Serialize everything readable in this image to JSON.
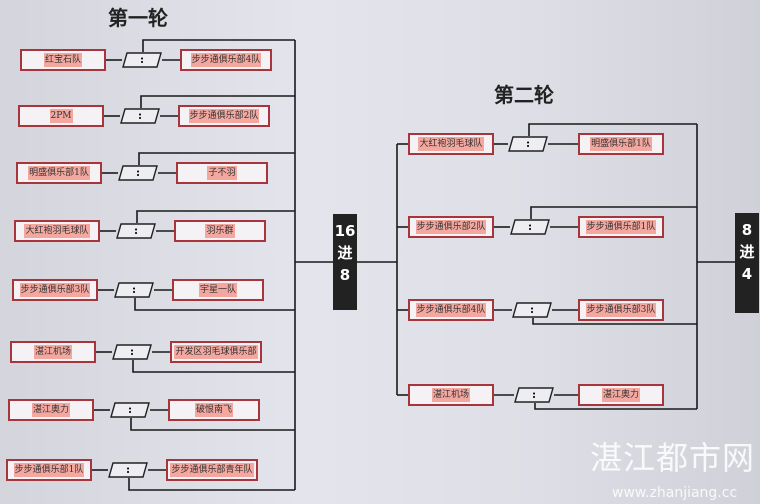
{
  "round1": {
    "title": "第一轮",
    "matches": [
      {
        "home": "红宝石队",
        "away": "步步通俱乐部4队",
        "score": ":"
      },
      {
        "home": "2PM",
        "away": "步步通俱乐部2队",
        "score": ":"
      },
      {
        "home": "明盛俱乐部1队",
        "away": "子不羽",
        "score": ":"
      },
      {
        "home": "大红袍羽毛球队",
        "away": "羽乐群",
        "score": ":"
      },
      {
        "home": "步步通俱乐部3队",
        "away": "宇星一队",
        "score": ":"
      },
      {
        "home": "湛江机场",
        "away": "开发区羽毛球俱乐部",
        "score": ":"
      },
      {
        "home": "湛江奥力",
        "away": "破恨南飞",
        "score": ":"
      },
      {
        "home": "步步通俱乐部1队",
        "away": "步步通俱乐部青年队",
        "score": ":"
      }
    ]
  },
  "stage1": {
    "label_top": "16",
    "label_mid": "进",
    "label_bottom": "8"
  },
  "round2": {
    "title": "第二轮",
    "matches": [
      {
        "home": "大红袍羽毛球队",
        "away": "明盛俱乐部1队",
        "score": ":"
      },
      {
        "home": "步步通俱乐部2队",
        "away": "步步通俱乐部1队",
        "score": ":"
      },
      {
        "home": "步步通俱乐部4队",
        "away": "步步通俱乐部3队",
        "score": ":"
      },
      {
        "home": "湛江机场",
        "away": "湛江奥力",
        "score": ":"
      }
    ]
  },
  "stage2": {
    "label_top": "8",
    "label_mid": "进",
    "label_bottom": "4"
  },
  "watermark": {
    "name": "湛江都市网",
    "url": "www.zhanjiang.cc"
  }
}
